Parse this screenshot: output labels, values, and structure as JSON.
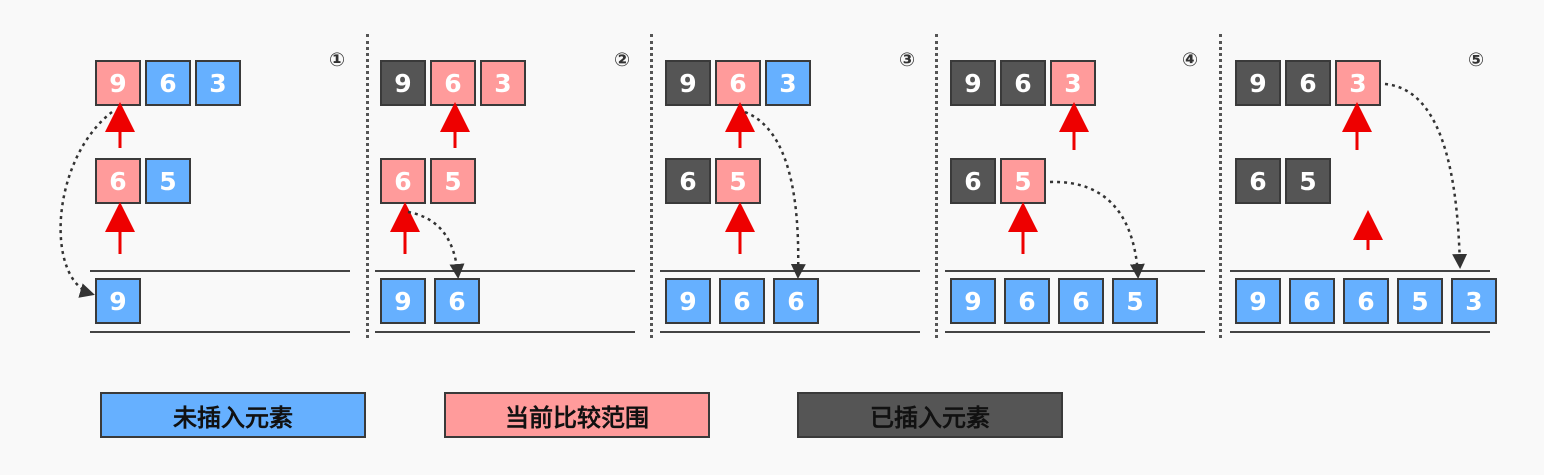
{
  "steps": [
    {
      "number": "①",
      "top_row": [
        {
          "v": "9",
          "c": "pink"
        },
        {
          "v": "6",
          "c": "blue"
        },
        {
          "v": "3",
          "c": "blue"
        }
      ],
      "mid_row": [
        {
          "v": "6",
          "c": "pink"
        },
        {
          "v": "5",
          "c": "blue"
        }
      ],
      "result": [
        {
          "v": "9",
          "c": "blue"
        }
      ]
    },
    {
      "number": "②",
      "top_row": [
        {
          "v": "9",
          "c": "dark"
        },
        {
          "v": "6",
          "c": "pink"
        },
        {
          "v": "3",
          "c": "pink"
        }
      ],
      "mid_row": [
        {
          "v": "6",
          "c": "pink"
        },
        {
          "v": "5",
          "c": "pink"
        }
      ],
      "result": [
        {
          "v": "9",
          "c": "blue"
        },
        {
          "v": "6",
          "c": "blue"
        }
      ]
    },
    {
      "number": "③",
      "top_row": [
        {
          "v": "9",
          "c": "dark"
        },
        {
          "v": "6",
          "c": "pink"
        },
        {
          "v": "3",
          "c": "blue"
        }
      ],
      "mid_row": [
        {
          "v": "6",
          "c": "dark"
        },
        {
          "v": "5",
          "c": "pink"
        }
      ],
      "result": [
        {
          "v": "9",
          "c": "blue"
        },
        {
          "v": "6",
          "c": "blue"
        },
        {
          "v": "6",
          "c": "blue"
        }
      ]
    },
    {
      "number": "④",
      "top_row": [
        {
          "v": "9",
          "c": "dark"
        },
        {
          "v": "6",
          "c": "dark"
        },
        {
          "v": "3",
          "c": "pink"
        }
      ],
      "mid_row": [
        {
          "v": "6",
          "c": "dark"
        },
        {
          "v": "5",
          "c": "pink"
        }
      ],
      "result": [
        {
          "v": "9",
          "c": "blue"
        },
        {
          "v": "6",
          "c": "blue"
        },
        {
          "v": "6",
          "c": "blue"
        },
        {
          "v": "5",
          "c": "blue"
        }
      ]
    },
    {
      "number": "⑤",
      "top_row": [
        {
          "v": "9",
          "c": "dark"
        },
        {
          "v": "6",
          "c": "dark"
        },
        {
          "v": "3",
          "c": "pink"
        }
      ],
      "mid_row": [
        {
          "v": "6",
          "c": "dark"
        },
        {
          "v": "5",
          "c": "dark"
        }
      ],
      "result": [
        {
          "v": "9",
          "c": "blue"
        },
        {
          "v": "6",
          "c": "blue"
        },
        {
          "v": "6",
          "c": "blue"
        },
        {
          "v": "5",
          "c": "blue"
        },
        {
          "v": "3",
          "c": "blue"
        }
      ]
    }
  ],
  "legend": [
    {
      "label": "未插入元素",
      "color": "#66b0ff"
    },
    {
      "label": "当前比较范围",
      "color": "#ff9b9b"
    },
    {
      "label": "已插入元素",
      "color": "#555555"
    }
  ],
  "colors": {
    "blue": "#66b0ff",
    "pink": "#ff9b9b",
    "dark": "#555555",
    "arrow": "#ee0000",
    "dotted": "#333333"
  }
}
